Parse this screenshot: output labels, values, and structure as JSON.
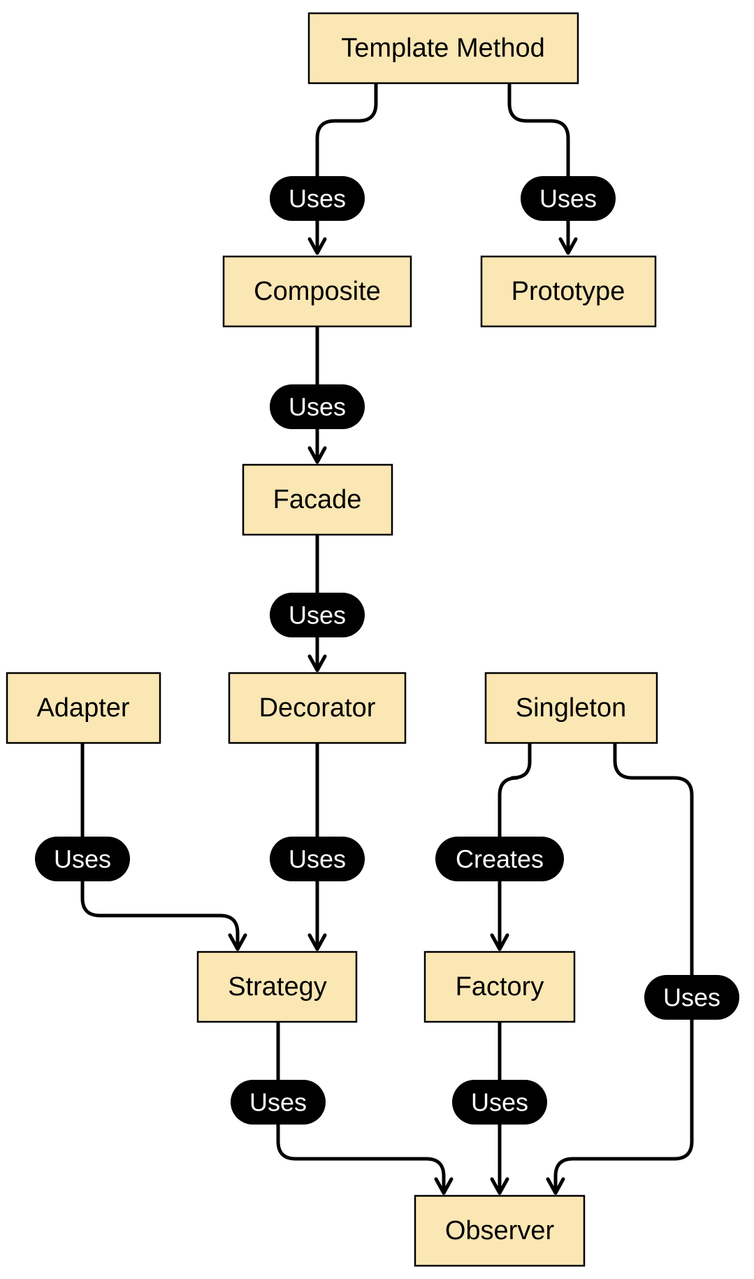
{
  "nodes": {
    "template_method": "Template Method",
    "composite": "Composite",
    "prototype": "Prototype",
    "facade": "Facade",
    "adapter": "Adapter",
    "decorator": "Decorator",
    "singleton": "Singleton",
    "strategy": "Strategy",
    "factory": "Factory",
    "observer": "Observer"
  },
  "edges": {
    "template_composite": "Uses",
    "template_prototype": "Uses",
    "composite_facade": "Uses",
    "facade_decorator": "Uses",
    "adapter_strategy": "Uses",
    "decorator_strategy": "Uses",
    "singleton_factory": "Creates",
    "singleton_observer": "Uses",
    "strategy_observer": "Uses",
    "factory_observer": "Uses"
  },
  "colors": {
    "node_fill": "#fbe7b4",
    "node_border": "#000000",
    "label_pill": "#000000",
    "label_text": "#ffffff"
  }
}
